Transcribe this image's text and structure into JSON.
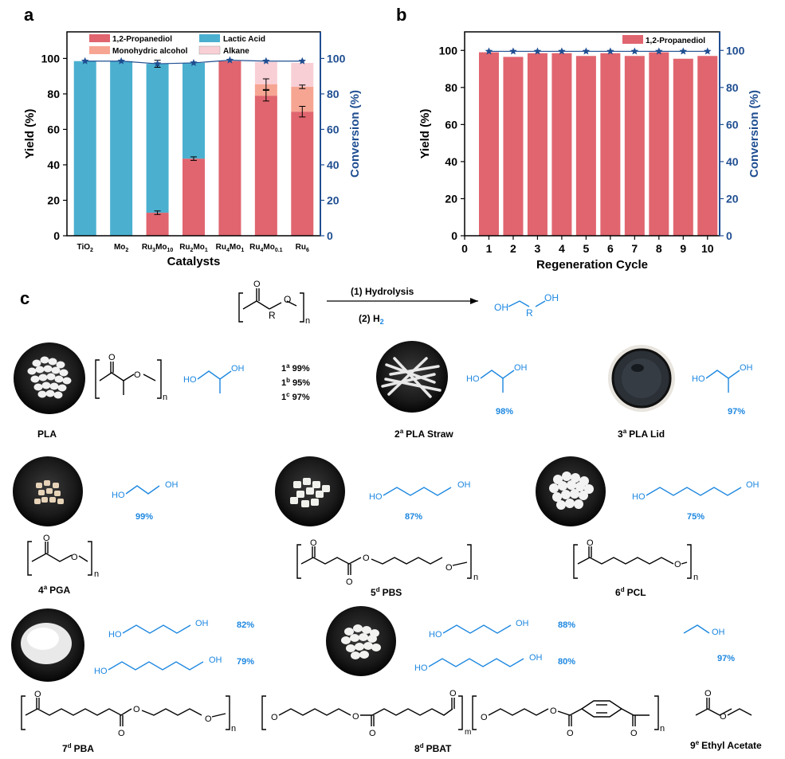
{
  "panels": {
    "a": {
      "label": "a",
      "xlabel": "Catalysts",
      "ylabel_left": "Yield (%)",
      "ylabel_right": "Conversion (%)",
      "categories": [
        {
          "base": "TiO",
          "sub": "2"
        },
        {
          "base": "Mo",
          "sub": "2"
        },
        {
          "base": "Ru",
          "sub": "3",
          "base2": "Mo",
          "sub2": "10"
        },
        {
          "base": "Ru",
          "sub": "2",
          "base2": "Mo",
          "sub2": "1"
        },
        {
          "base": "Ru",
          "sub": "4",
          "base2": "Mo",
          "sub2": "1"
        },
        {
          "base": "Ru",
          "sub": "4",
          "base2": "Mo",
          "sub2": "0.1"
        },
        {
          "base": "Ru",
          "sub": "6"
        }
      ],
      "legend": [
        "1,2-Propanediol",
        "Lactic Acid",
        "Monohydric alcohol",
        "Alkane"
      ],
      "yticks": [
        "0",
        "20",
        "40",
        "60",
        "80",
        "100"
      ],
      "yticks_right": [
        "0",
        "20",
        "40",
        "60",
        "80",
        "100"
      ]
    },
    "b": {
      "label": "b",
      "xlabel": "Regeneration Cycle",
      "ylabel_left": "Yield (%)",
      "ylabel_right": "Conversion (%)",
      "legend": [
        "1,2-Propanediol"
      ],
      "xticks": [
        "0",
        "1",
        "2",
        "3",
        "4",
        "5",
        "6",
        "7",
        "8",
        "9",
        "10"
      ],
      "yticks": [
        "0",
        "20",
        "40",
        "60",
        "80",
        "100"
      ],
      "yticks_right": [
        "0",
        "20",
        "40",
        "60",
        "80",
        "100"
      ]
    },
    "c": {
      "label": "c",
      "step1": "(1) Hydrolysis",
      "step2": "(2) H",
      "step2_sub": "2",
      "general_R": "R",
      "general_n": "n",
      "general_OH1": "OH",
      "general_OH2": "OH",
      "substrates": [
        {
          "id": "pla",
          "name": "PLA",
          "sup": "",
          "num": "",
          "yields": [
            {
              "sup": "a",
              "num": "1",
              "val": "99%"
            },
            {
              "sup": "b",
              "num": "1",
              "val": "95%"
            },
            {
              "sup": "c",
              "num": "1",
              "val": "97%"
            }
          ]
        },
        {
          "id": "straw",
          "num": "2",
          "sup": "a",
          "name": "PLA Straw",
          "yield": "98%"
        },
        {
          "id": "lid",
          "num": "3",
          "sup": "a",
          "name": "PLA Lid",
          "yield": "97%"
        },
        {
          "id": "pga",
          "num": "4",
          "sup": "a",
          "name": "PGA",
          "yield": "99%"
        },
        {
          "id": "pbs",
          "num": "5",
          "sup": "d",
          "name": "PBS",
          "yield": "87%"
        },
        {
          "id": "pcl",
          "num": "6",
          "sup": "d",
          "name": "PCL",
          "yield": "75%"
        },
        {
          "id": "pba",
          "num": "7",
          "sup": "d",
          "name": "PBA",
          "yields": [
            "82%",
            "79%"
          ]
        },
        {
          "id": "pbat",
          "num": "8",
          "sup": "d",
          "name": "PBAT",
          "yields": [
            "88%",
            "80%"
          ]
        },
        {
          "id": "etac",
          "num": "9",
          "sup": "e",
          "name": "Ethyl Acetate",
          "yield": "97%"
        }
      ]
    }
  },
  "chart_data": [
    {
      "type": "bar",
      "panel": "a",
      "stacked": true,
      "categories": [
        "TiO2",
        "Mo2",
        "Ru3Mo10",
        "Ru2Mo1",
        "Ru4Mo1",
        "Ru4Mo0.1",
        "Ru6"
      ],
      "series": [
        {
          "name": "1,2-Propanediol",
          "color": "#e0656f",
          "values": [
            0,
            0,
            13,
            43.5,
            98.5,
            79,
            70
          ]
        },
        {
          "name": "Lactic Acid",
          "color": "#4bb0d0",
          "values": [
            98.5,
            98.5,
            84,
            54,
            0,
            0,
            0
          ]
        },
        {
          "name": "Monohydric alcohol",
          "color": "#f7a593",
          "values": [
            0,
            0,
            0,
            0,
            0,
            6.5,
            14
          ]
        },
        {
          "name": "Alkane",
          "color": "#f9cfd6",
          "values": [
            0,
            0,
            0,
            0,
            0,
            12.5,
            13.5
          ]
        }
      ],
      "conversion": {
        "name": "Conversion",
        "axis": "right",
        "values": [
          98.5,
          98.5,
          97,
          97.5,
          99,
          98.5,
          98.5
        ]
      },
      "error_bars": [
        {
          "category": "Ru3Mo10",
          "value": 13,
          "err": 1
        },
        {
          "category": "Ru2Mo1",
          "value": 43.5,
          "err": 1
        },
        {
          "category": "Ru4Mo0.1",
          "value": 79,
          "err": 3
        },
        {
          "category": "Ru4Mo0.1",
          "value": 85.5,
          "err": 3
        },
        {
          "category": "Ru6",
          "value": 70,
          "err": 3
        },
        {
          "category": "Ru6",
          "value": 84,
          "err": 1
        },
        {
          "category": "Ru3Mo10",
          "value": 97,
          "err": 2,
          "series": "conversion"
        }
      ],
      "xlabel": "Catalysts",
      "ylabel": "Yield (%)",
      "ylabel_right": "Conversion (%)",
      "ylim": [
        0,
        115
      ],
      "ylim_right": [
        0,
        115
      ],
      "legend_position": "top-center"
    },
    {
      "type": "bar",
      "panel": "b",
      "x": [
        1,
        2,
        3,
        4,
        5,
        6,
        7,
        8,
        9,
        10
      ],
      "series": [
        {
          "name": "1,2-Propanediol",
          "color": "#e0656f",
          "values": [
            99,
            96.5,
            98.5,
            98.5,
            97,
            98.5,
            97,
            99,
            95.5,
            97
          ]
        }
      ],
      "conversion": {
        "name": "Conversion",
        "axis": "right",
        "values": [
          99.5,
          99.5,
          99.5,
          99.5,
          99.5,
          99.5,
          99.5,
          99.5,
          99.5,
          99.5
        ]
      },
      "xlabel": "Regeneration Cycle",
      "ylabel": "Yield (%)",
      "ylabel_right": "Conversion (%)",
      "xlim": [
        0,
        10.5
      ],
      "ylim": [
        0,
        110
      ],
      "ylim_right": [
        0,
        110
      ],
      "legend_position": "top-right"
    }
  ]
}
